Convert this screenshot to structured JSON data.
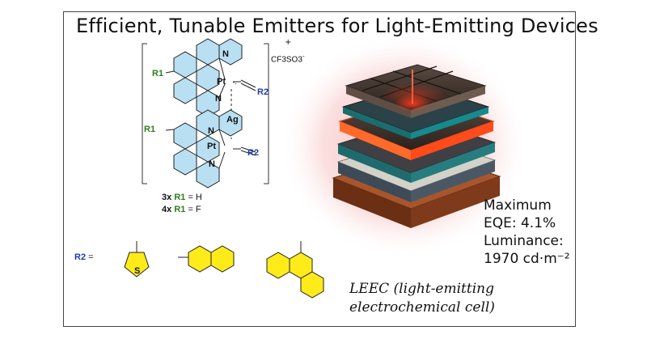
{
  "title": "Efficient, Tunable Emitters for Light-Emitting Devices",
  "complex": {
    "charge": "+",
    "counterion": "CF3SO3",
    "counterion_charge": "-",
    "bridge_atom": "Ag",
    "pt": "Pt",
    "n": "N",
    "r1": "R1",
    "r2": "R2"
  },
  "compounds": [
    {
      "id": "3x",
      "r": "R1",
      "eq": "= H"
    },
    {
      "id": "4x",
      "r": "R1",
      "eq": "= F"
    }
  ],
  "r2_label": "R2",
  "r2_eq": "=",
  "thiophene_s": "S",
  "metrics": {
    "line1": "Maximum",
    "line2": "EQE: 4.1%",
    "line3": "Luminance:",
    "line4": "1970 cd·m⁻²"
  },
  "leec": {
    "line1": "LEEC (light-emitting",
    "line2": "electrochemical cell)"
  },
  "colors": {
    "r1_green": "#2e7d1f",
    "r2_blue": "#1f3fa8",
    "ring_fill": "#b9dff2",
    "substituent_fill": "#ffeb1a",
    "glow": "#f3a9a9"
  }
}
